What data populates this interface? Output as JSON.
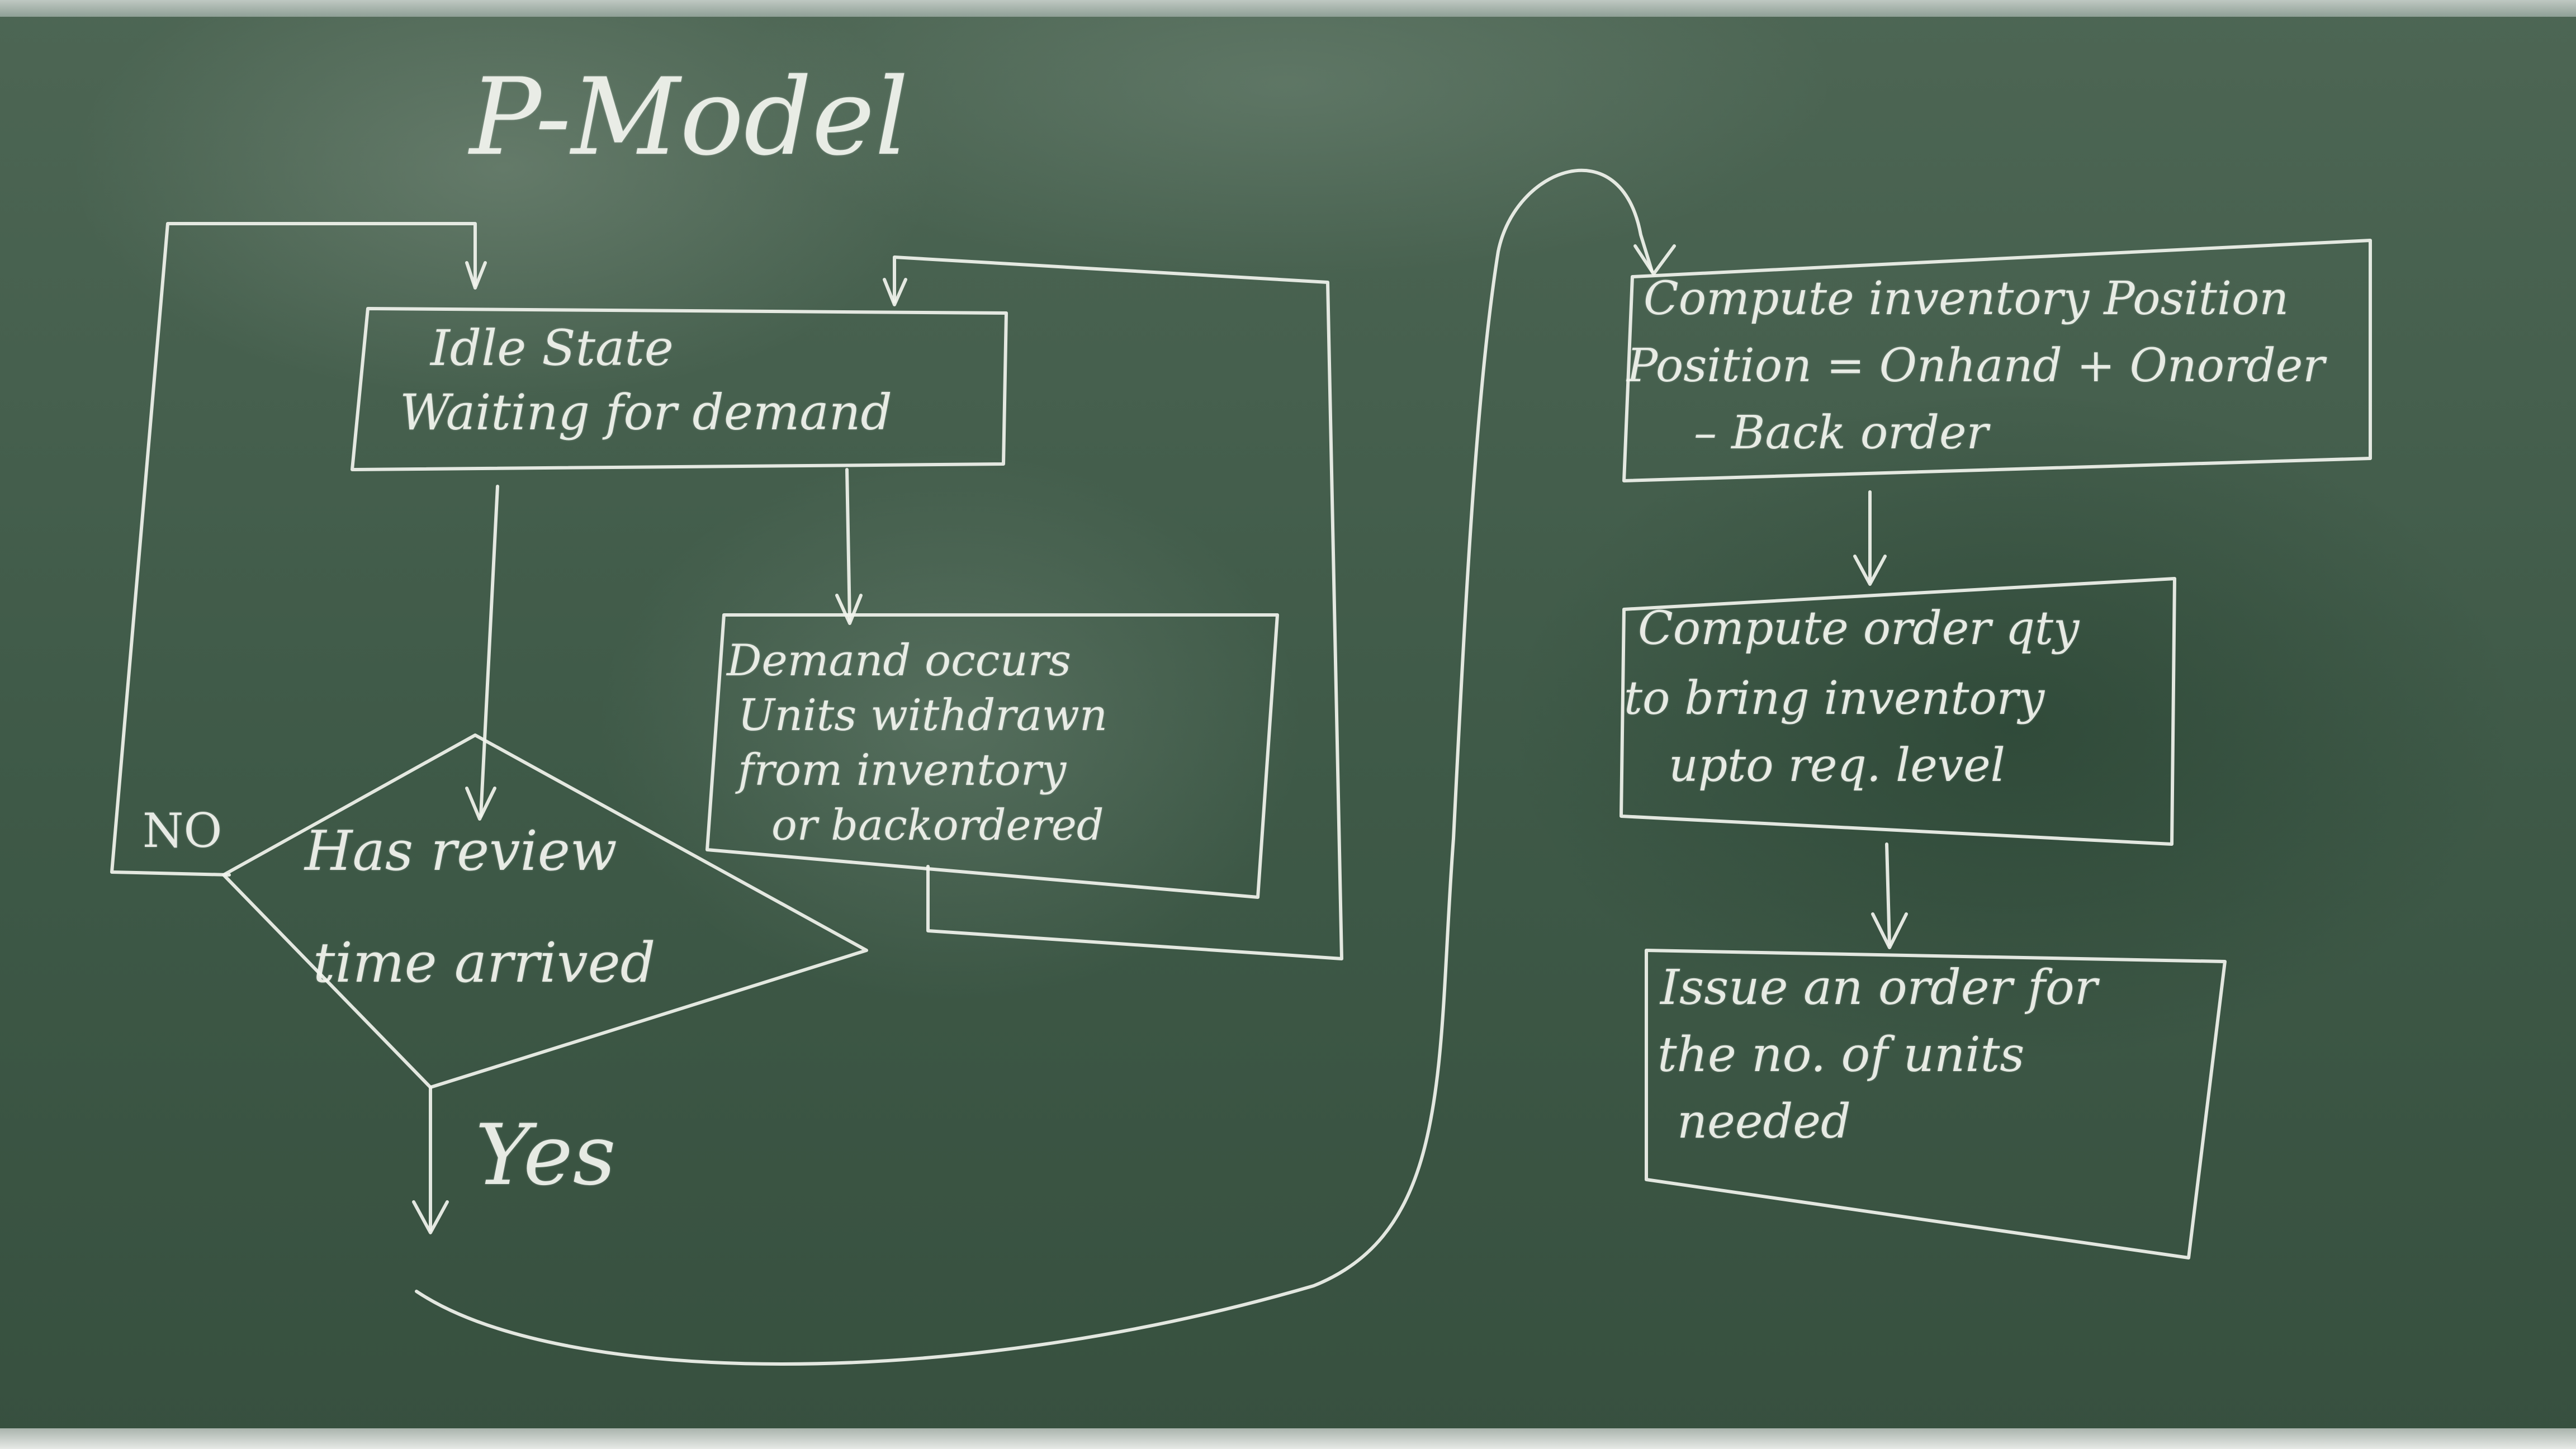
{
  "diagram": {
    "title": "P-Model",
    "idle_box": {
      "lines": [
        "Idle State",
        "Waiting for demand"
      ]
    },
    "demand_box": {
      "lines": [
        "Demand occurs",
        "Units withdrawn",
        "from inventory",
        "or backordered"
      ]
    },
    "review_decision": {
      "lines": [
        "Has review",
        "time arrived"
      ],
      "no_label": "NO",
      "yes_label": "Yes"
    },
    "position_box": {
      "lines": [
        "Compute inventory Position",
        "Position = Onhand + Onorder",
        "– Back order"
      ]
    },
    "order_qty_box": {
      "lines": [
        "Compute order qty",
        "to bring inventory",
        "upto req. level"
      ]
    },
    "issue_box": {
      "lines": [
        "Issue an order for",
        "the no. of units",
        "needed"
      ]
    }
  }
}
